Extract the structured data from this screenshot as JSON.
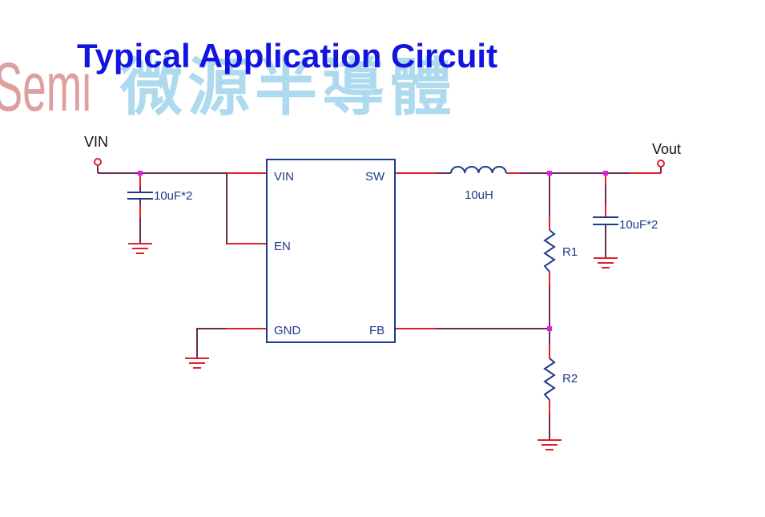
{
  "title": "Typical Application Circuit",
  "watermark": {
    "latin": "Semi",
    "cjk": "微源半導體",
    "latin_color": "#d88f8f",
    "cjk_color": "#9fd4ec"
  },
  "colors": {
    "wire": "#6b2a54",
    "wire_red": "#e0202a",
    "node": "#e020e0",
    "ic": "#1f3a8a",
    "pin_text": "#1f3a8a",
    "title": "#1414e0"
  },
  "ports": {
    "input": "VIN",
    "output": "Vout"
  },
  "ic": {
    "pins": {
      "vin": "VIN",
      "en": "EN",
      "gnd": "GND",
      "sw": "SW",
      "fb": "FB"
    }
  },
  "components": {
    "c_in": "10uF*2",
    "inductor": "10uH",
    "c_out": "10uF*2",
    "r1": "R1",
    "r2": "R2"
  }
}
